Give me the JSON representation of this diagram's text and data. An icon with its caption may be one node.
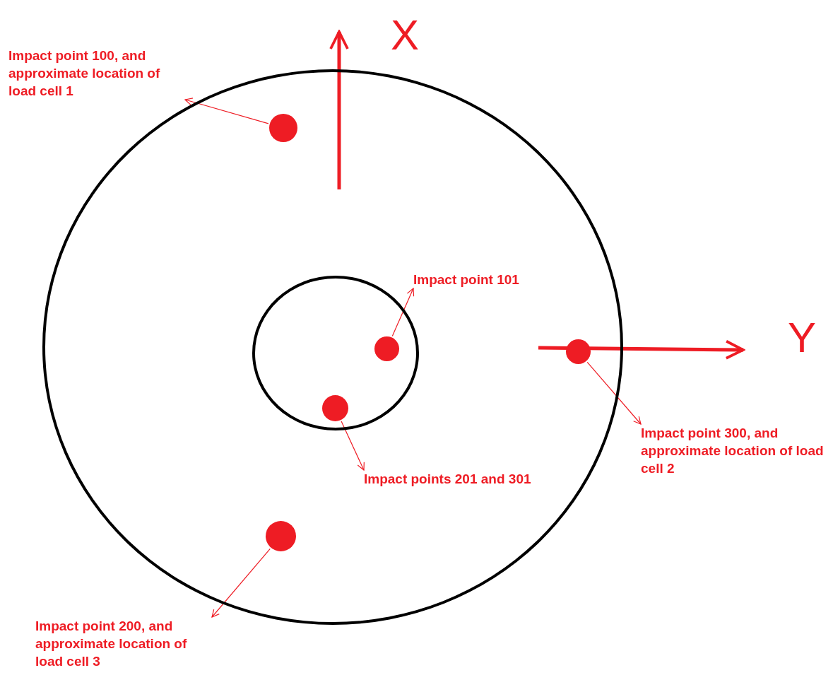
{
  "diagram": {
    "nodes": [
      {
        "text": [
          "Impact point 100, and approximate location of load cell 1"
        ]
      },
      {
        "text": [],
        "shape": "circle"
      },
      {
        "text": [],
        "shape": "circle",
        "in": 1
      },
      {
        "text": [],
        "shape": "circle",
        "in": 1
      },
      {
        "text": [
          "Impact point 101"
        ],
        "in": 1
      },
      {
        "text": [],
        "shape": "circle",
        "in": 3
      },
      {
        "text": [],
        "shape": "circle",
        "in": 3
      },
      {
        "text": [],
        "shape": "circle",
        "in": 1
      },
      {
        "text": [
          "Impact point 300, and approximate location of load cell 2"
        ]
      },
      {
        "text": [
          "Impact points 201 and 301"
        ],
        "in": 1
      },
      {
        "text": [],
        "shape": "circle",
        "in": 1
      },
      {
        "text": [
          "Impact point 200, and approximate location of load cell 3"
        ]
      }
    ],
    "edges": [
      {
        "from": 2,
        "to": 0,
        "arrow": "to"
      },
      {
        "from": 5,
        "to": 4,
        "arrow": "to"
      },
      {
        "from": 6,
        "to": 9,
        "arrow": "to"
      },
      {
        "from": 7,
        "to": 8,
        "arrow": "to"
      },
      {
        "from": 10,
        "to": 11,
        "arrow": "to"
      }
    ],
    "labels": [
      "X",
      "Y"
    ]
  }
}
